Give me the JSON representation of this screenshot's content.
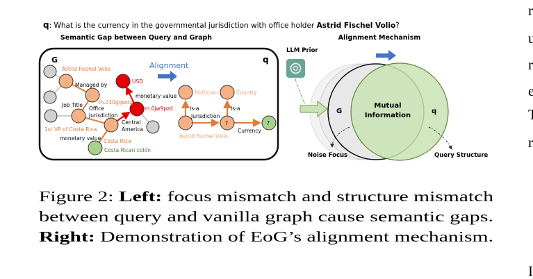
{
  "question": {
    "prefix": "q",
    "text": ": What is the currency in the governmental jurisdiction with office holder ",
    "entity": "Astrid Fischel Volio",
    "suffix": "?"
  },
  "left_panel": {
    "title": "Semantic Gap between Query and Graph",
    "graph_label": "G",
    "query_label": "q",
    "alignment_label": "Alignment",
    "graph": {
      "entity_labels": [
        "Astrid Fischel Volio",
        "m.010ggwdg",
        "1st VP of Costa Rica",
        "Costa Rica",
        "Costa Rican colón",
        "USD",
        "m.0jw9pzd"
      ],
      "relation_labels": [
        "Managed by",
        "Job Title",
        "Office",
        "Jurisdiction",
        "monetary value",
        "monetary value",
        "Central",
        "America"
      ]
    },
    "query_graph": {
      "entity_labels": [
        "Politician",
        "Country",
        "Astrid Fischel Volio"
      ],
      "unknown_marks": [
        "?",
        "?"
      ],
      "relation_labels": [
        "Is-a",
        "Is-a",
        "Jurisdiction",
        "Currency"
      ]
    }
  },
  "right_panel": {
    "title": "Alignment Mechanism",
    "llm_prior_label": "LLM Prior",
    "llm_icon": "openai-logo-icon",
    "graph_label": "G",
    "query_label": "q",
    "center_label_line1": "Mutual",
    "center_label_line2": "Information",
    "noise_focus_label": "Noise Focus",
    "query_structure_label": "Query Structure"
  },
  "caption": {
    "label": "Figure 2: ",
    "left_bold": "Left:",
    "line1_rest": " focus mismatch and structure mismatch",
    "line2": "between query and vanilla graph cause semantic gaps.",
    "right_bold": "Right:",
    "line3_rest": " Demonstration of EoG’s alignment mechanism."
  },
  "adjacent_column_fragments": [
    "r",
    "u",
    "r",
    "e",
    "T",
    "r",
    "I"
  ],
  "colors": {
    "orange": "#f4b183",
    "orange_text": "#e07b39",
    "red": "#e60000",
    "green": "#a9d18e",
    "gray": "#d0d0d0",
    "blue": "#4472c4",
    "teal": "#6aa594"
  }
}
